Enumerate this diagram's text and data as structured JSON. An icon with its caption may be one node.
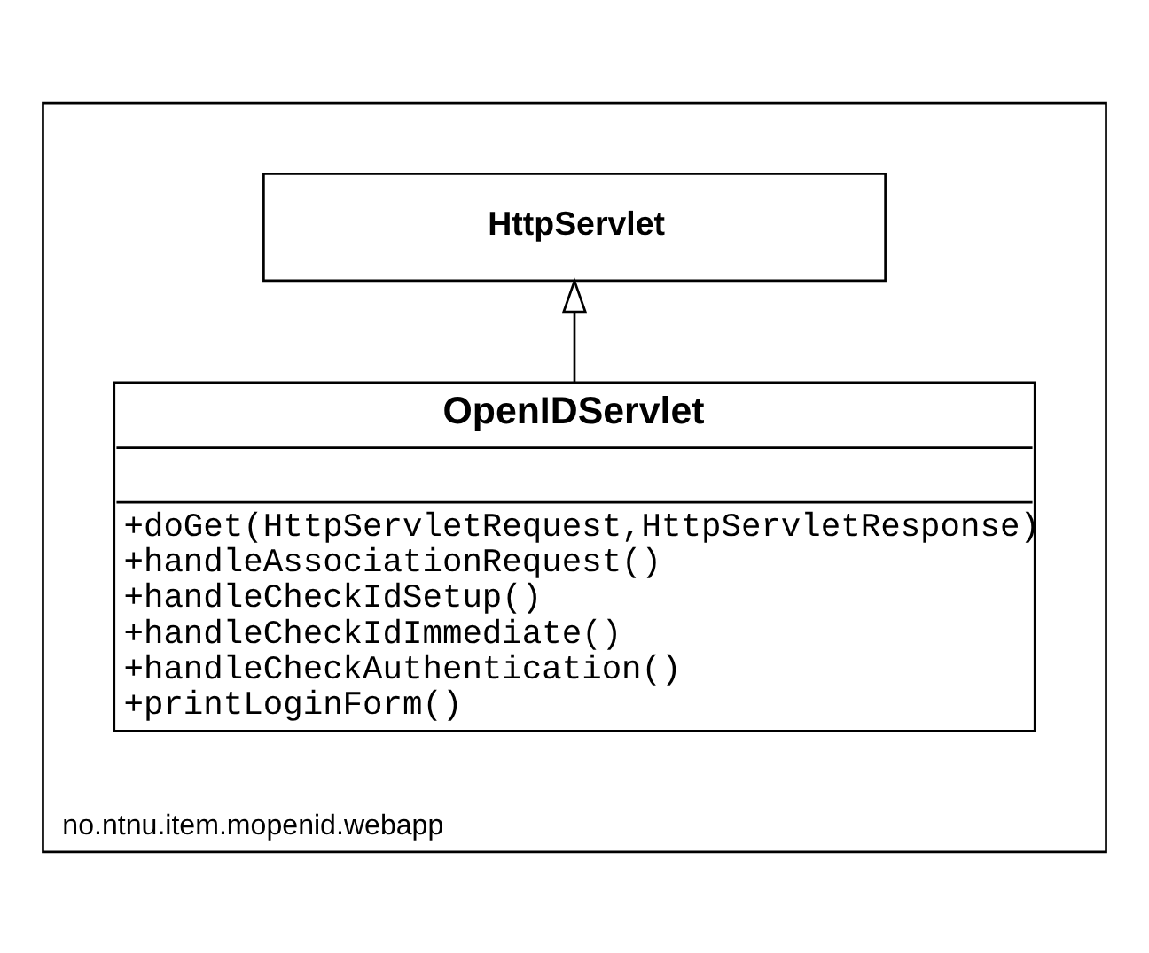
{
  "diagram": {
    "nodes": [
      {
        "text": [
          "no.ntnu.item.mopenid.webapp"
        ]
      },
      {
        "text": [
          "HttpServlet"
        ],
        "in": 0
      },
      {
        "text": [
          "OpenIDServlet",
          "+doGet(HttpServletRequest,HttpServletResponse)",
          "+handleAssociationRequest()",
          "+handleCheckIdSetup()",
          "+handleCheckIdImmediate()",
          "+handleCheckAuthentication()",
          "+printLoginForm()"
        ],
        "in": 0
      }
    ],
    "edges": [
      {
        "from": 2,
        "to": 1,
        "arrow": "to"
      }
    ]
  }
}
